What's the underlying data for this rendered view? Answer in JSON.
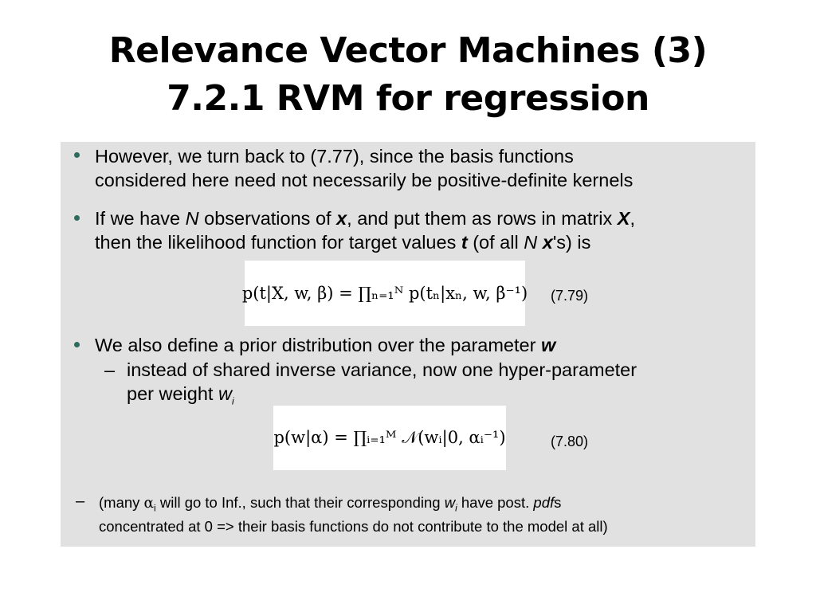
{
  "slide": {
    "title_line1": "Relevance Vector Machines (3)",
    "title_line2": "7.2.1 RVM for regression"
  },
  "bullets": [
    {
      "line1": "However, we turn back to (7.77), since the basis functions",
      "line2": "considered here need not necessarily be positive-definite kernels"
    },
    {
      "line1": {
        "a": "If we have ",
        "b": "N",
        "c": " observations of ",
        "d": "x",
        "e": ", and put them as rows in matrix ",
        "f": "X",
        "g": ","
      },
      "line2": {
        "a": "then the likelihood function for target values ",
        "b": "t",
        "c": " (of all ",
        "d": "N",
        "e": " ",
        "f": "x",
        "g": "'s) is"
      }
    },
    {
      "line1": {
        "a": "We also define a prior distribution over the parameter ",
        "b": "w"
      },
      "sub_line1": "instead of shared inverse variance, now one hyper-parameter",
      "sub_line2": {
        "a": "per weight ",
        "b": "w",
        "c": "i"
      }
    }
  ],
  "formulas": {
    "eq79": {
      "text": "p(t|X, w, β) = ∏ₙ₌₁ᴺ p(tₙ|xₙ, w, β⁻¹)",
      "number": "(7.79)"
    },
    "eq80": {
      "text": "p(w|α) = ∏ᵢ₌₁ᴹ 𝒩(wᵢ|0, αᵢ⁻¹)",
      "number": "(7.80)"
    }
  },
  "note": {
    "dash": "–",
    "line1": {
      "a": "(many ",
      "b": "α",
      "c": "i",
      "d": " will go to Inf., such that their corresponding ",
      "e": "w",
      "f": "i",
      "g": " have post. ",
      "h": "pdf",
      "i": "s"
    },
    "line2": "concentrated at 0 => their basis functions do not contribute to the model at all)"
  },
  "sub_dash": "–",
  "colors": {
    "panel": "#e1e1e1",
    "bullet": "#2e6b5f",
    "formula_bg": "#ffffff"
  }
}
